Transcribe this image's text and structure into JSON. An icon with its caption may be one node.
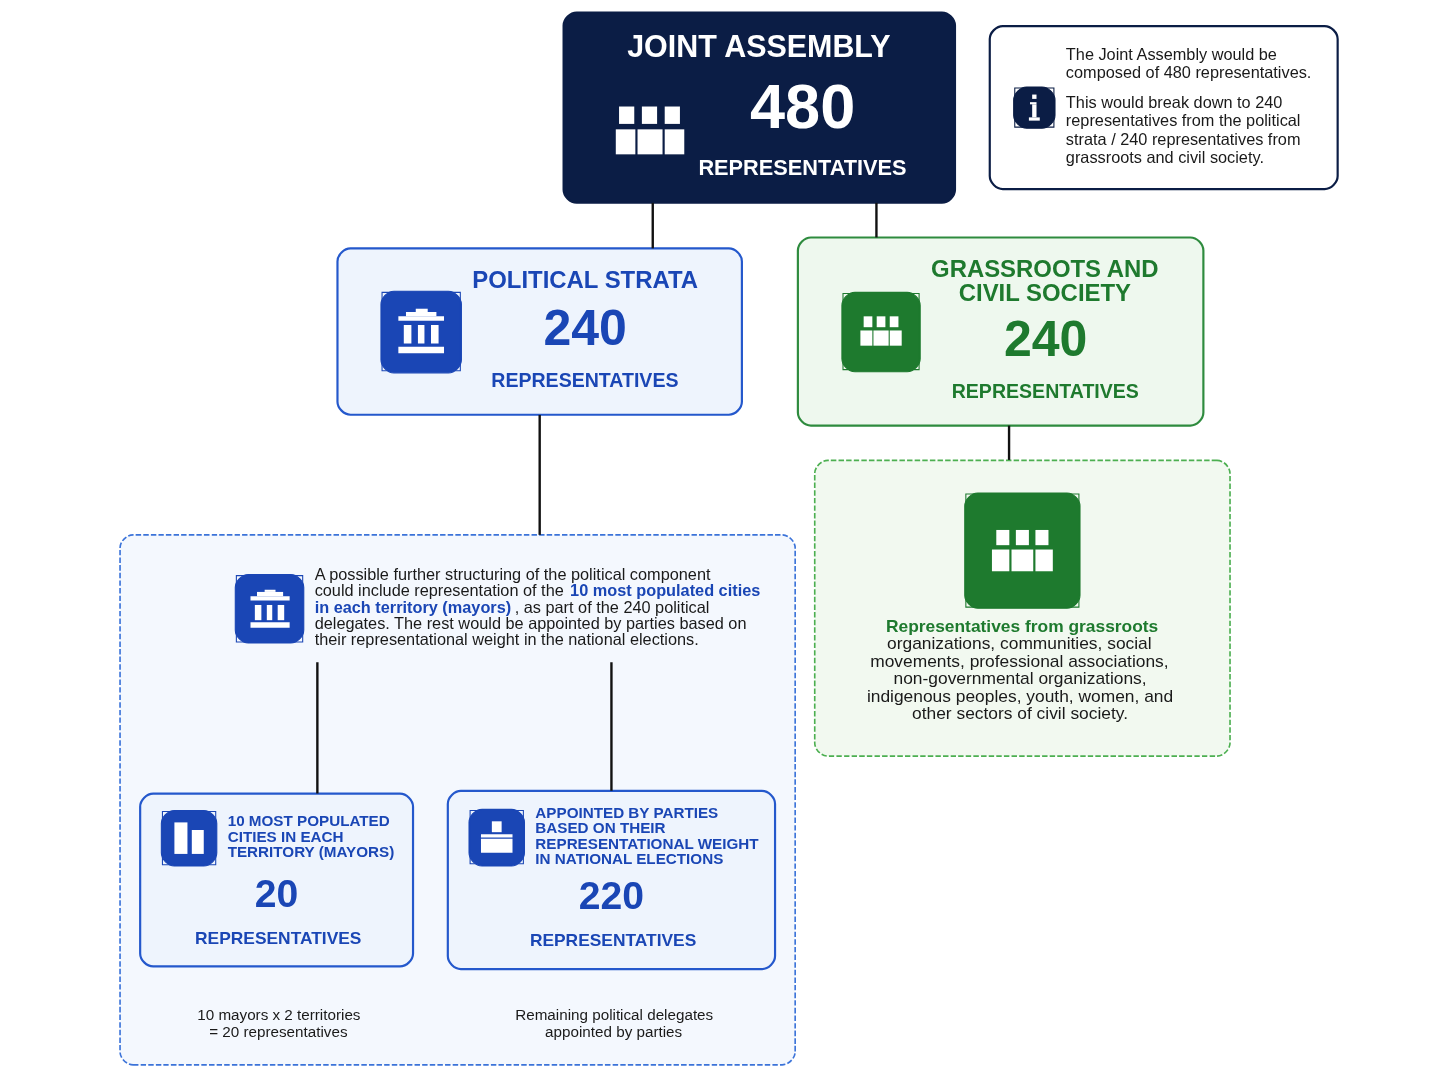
{
  "diagram": {
    "nodes": [
      {
        "text": [
          "JOINT ASSEMBLY",
          "480",
          "REPRESENTATIVES"
        ]
      },
      {
        "text": [
          "The Joint Assembly would be composed of 480 representatives.",
          "This would break down to 240 representatives from the political strata / 240 representatives from grassroots and civil society."
        ]
      },
      {
        "text": [
          "POLITICAL STRATA",
          "240",
          "REPRESENTATIVES"
        ]
      },
      {
        "text": [
          "GRASSROOTS AND CIVIL SOCIETY",
          "240",
          "REPRESENTATIVES"
        ]
      },
      {
        "text": [],
        "shape": "box"
      },
      {
        "text": [
          "A possible further structuring of the political component could include representation of the **10 most populated cities in each territory (mayors)**, as part of the 240 political delegates. The rest would be appointed by parties based on their representational weight in the national elections."
        ],
        "in": 4
      },
      {
        "text": [
          "10 MOST POPULATED CITIES IN EACH TERRITORY (MAYORS)",
          "20",
          "REPRESENTATIVES"
        ],
        "in": 4,
        "beside": [
          "10 mayors x 2 territories = 20 representatives"
        ]
      },
      {
        "text": [
          "APPOINTED BY PARTIES BASED ON THEIR REPRESENTATIONAL WEIGHT IN NATIONAL ELECTIONS",
          "220",
          "REPRESENTATIVES"
        ],
        "in": 4,
        "beside": [
          "Remaining political delegates appointed by parties"
        ]
      },
      {
        "text": [
          "**Representatives from grassroots** organizations, communities, social movements, professional associations, non-governmental organizations, indigenous peoples, youth, women, and other sectors of civil society."
        ]
      }
    ],
    "edges": [
      {
        "from": 0,
        "to": 2,
        "arrow": "none"
      },
      {
        "from": 0,
        "to": 3,
        "arrow": "none"
      },
      {
        "from": 2,
        "to": 4,
        "arrow": "none"
      },
      {
        "from": 3,
        "to": 8,
        "arrow": "none"
      },
      {
        "from": 5,
        "to": 6,
        "arrow": "none"
      },
      {
        "from": 5,
        "to": 7,
        "arrow": "none"
      }
    ]
  }
}
